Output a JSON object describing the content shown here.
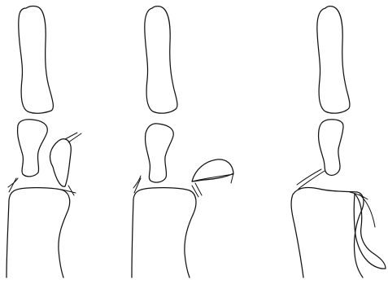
{
  "figure": {
    "panels": [
      {
        "bones": [
          "proximal-bone",
          "middle-bone",
          "distal-bone",
          "side-fragment"
        ]
      },
      {
        "bones": [
          "proximal-bone",
          "middle-bone",
          "distal-bone",
          "side-fragment"
        ]
      },
      {
        "bones": [
          "proximal-bone",
          "middle-bone",
          "distal-bone",
          "side-fragment"
        ]
      }
    ],
    "colors": {
      "background": "#ffffff",
      "ink": "#111111"
    }
  }
}
